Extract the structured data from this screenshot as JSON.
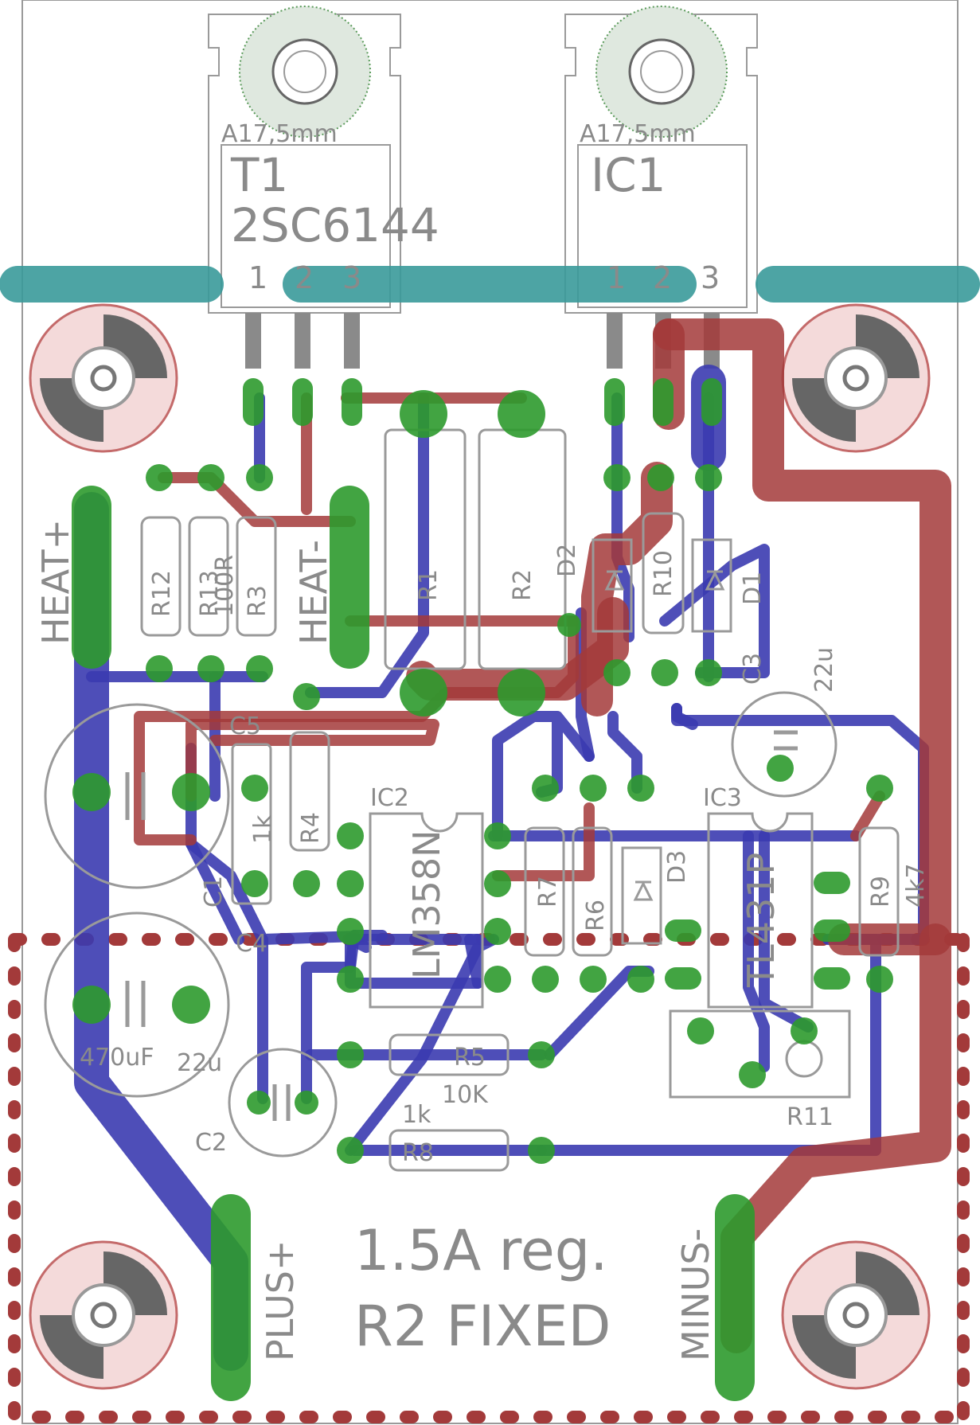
{
  "board": {
    "title_line1": "1.5A reg.",
    "title_line2": "R2 FIXED"
  },
  "power_packages": [
    {
      "id": "T1",
      "label_size": "A17,5mm",
      "ref": "T1",
      "value": "2SC6144",
      "pins": [
        "1",
        "2",
        "3"
      ]
    },
    {
      "id": "IC1",
      "label_size": "A17,5mm",
      "ref": "IC1",
      "value": "",
      "pins": [
        "1",
        "2",
        "3"
      ]
    }
  ],
  "connectors": {
    "heat_plus": "HEAT+",
    "heat_minus": "HEAT-",
    "plus": "PLUS+",
    "minus": "MINUS-"
  },
  "ic2": {
    "ref": "IC2",
    "value": "LM358N"
  },
  "ic3": {
    "ref": "IC3",
    "value": "TL431P"
  },
  "resistors": {
    "r1": "R1",
    "r2": "R2",
    "r3": "R3",
    "r4": "R4",
    "r4_value": "1k",
    "r5": "R5",
    "r5_value": "10K",
    "r6": "R6",
    "r7": "R7",
    "r8": "R8",
    "r8_value": "1k",
    "r9": "R9",
    "r9_value": "4k7",
    "r10": "R10",
    "r11": "R11",
    "r12": "R12",
    "r13": "R13",
    "r13_value": "100R"
  },
  "diodes": {
    "d1": "D1",
    "d2": "D2",
    "d3": "D3"
  },
  "capacitors": {
    "c1": "C1",
    "c2": "C2",
    "c3": "C3",
    "c4": "C4",
    "c5": "C5",
    "c_22u_top": "22u",
    "c_470": "470uF",
    "c_22u_bottom": "22u"
  },
  "colors": {
    "top_copper": "#a33a3a",
    "bottom_copper": "#3b3bb0",
    "pad": "#2e9a2e",
    "silkscreen": "#8a8a8a",
    "heatsink_bar": "#3a9a9a"
  }
}
